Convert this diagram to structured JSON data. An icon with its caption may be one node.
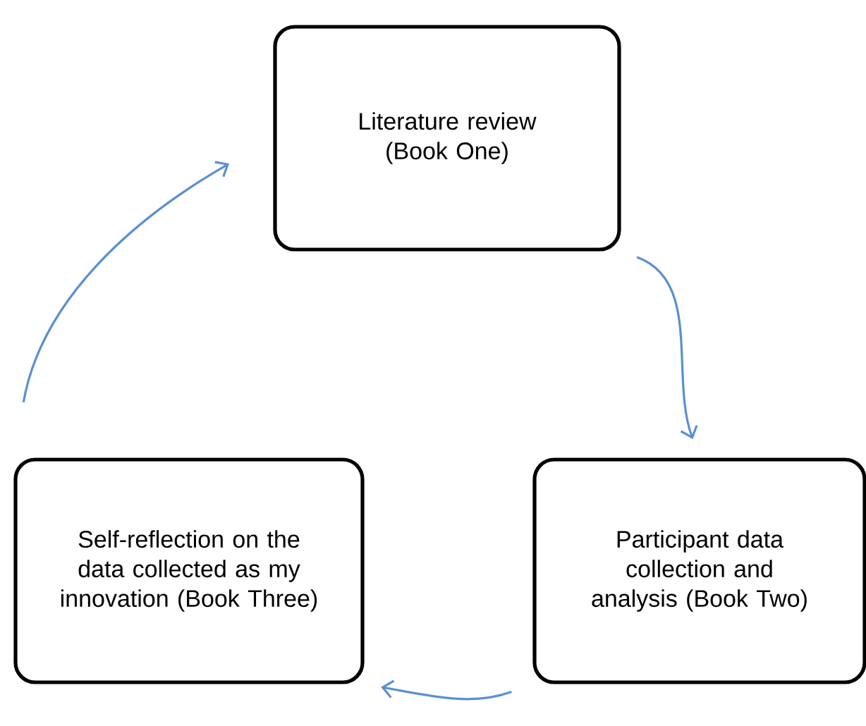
{
  "diagram": {
    "nodes": [
      {
        "text": [
          "Literature review (Book One)"
        ]
      },
      {
        "text": [
          "Participant data collection and analysis (Book Two)"
        ]
      },
      {
        "text": [
          "Self-reflection on the data collected as my innovation (Book Three)"
        ]
      }
    ],
    "edges": [
      {
        "from": 0,
        "to": 1,
        "arrow": "to"
      },
      {
        "from": 1,
        "to": 2,
        "arrow": "to"
      },
      {
        "from": 2,
        "to": 0,
        "arrow": "to"
      }
    ]
  }
}
